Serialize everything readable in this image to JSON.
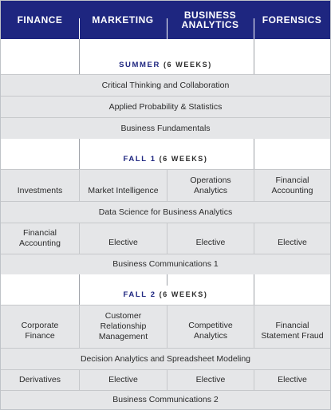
{
  "header": {
    "columns": [
      "FINANCE",
      "MARKETING",
      "BUSINESS\nANALYTICS",
      "FORENSICS"
    ]
  },
  "terms": [
    {
      "name": "SUMMER",
      "duration": "(6 WEEKS)",
      "rows": [
        {
          "type": "full",
          "text": "Critical Thinking and Collaboration"
        },
        {
          "type": "full",
          "text": "Applied Probability & Statistics"
        },
        {
          "type": "full",
          "text": "Business Fundamentals"
        }
      ]
    },
    {
      "name": "FALL 1",
      "duration": "(6 WEEKS)",
      "rows": [
        {
          "type": "split",
          "cells": [
            "Investments",
            "Market Intelligence",
            "Operations\nAnalytics",
            "Financial\nAccounting"
          ]
        },
        {
          "type": "full",
          "text": "Data Science for Business Analytics"
        },
        {
          "type": "split",
          "cells": [
            "Financial\nAccounting",
            "Elective",
            "Elective",
            "Elective"
          ]
        },
        {
          "type": "full",
          "text": "Business Communications 1"
        }
      ]
    },
    {
      "name": "FALL 2",
      "duration": "(6 WEEKS)",
      "rows": [
        {
          "type": "split",
          "cells": [
            "Corporate\nFinance",
            "Customer\nRelationship\nManagement",
            "Competitive\nAnalytics",
            "Financial\nStatement Fraud"
          ]
        },
        {
          "type": "full",
          "text": "Decision Analytics and Spreadsheet Modeling"
        },
        {
          "type": "split",
          "cells": [
            "Derivatives",
            "Elective",
            "Elective",
            "Elective"
          ]
        },
        {
          "type": "full",
          "text": "Business Communications 2"
        }
      ]
    }
  ],
  "colors": {
    "header_bg": "#1e2680",
    "header_text": "#ffffff",
    "row_bg": "#e5e6e8",
    "term_name": "#1e2680"
  }
}
